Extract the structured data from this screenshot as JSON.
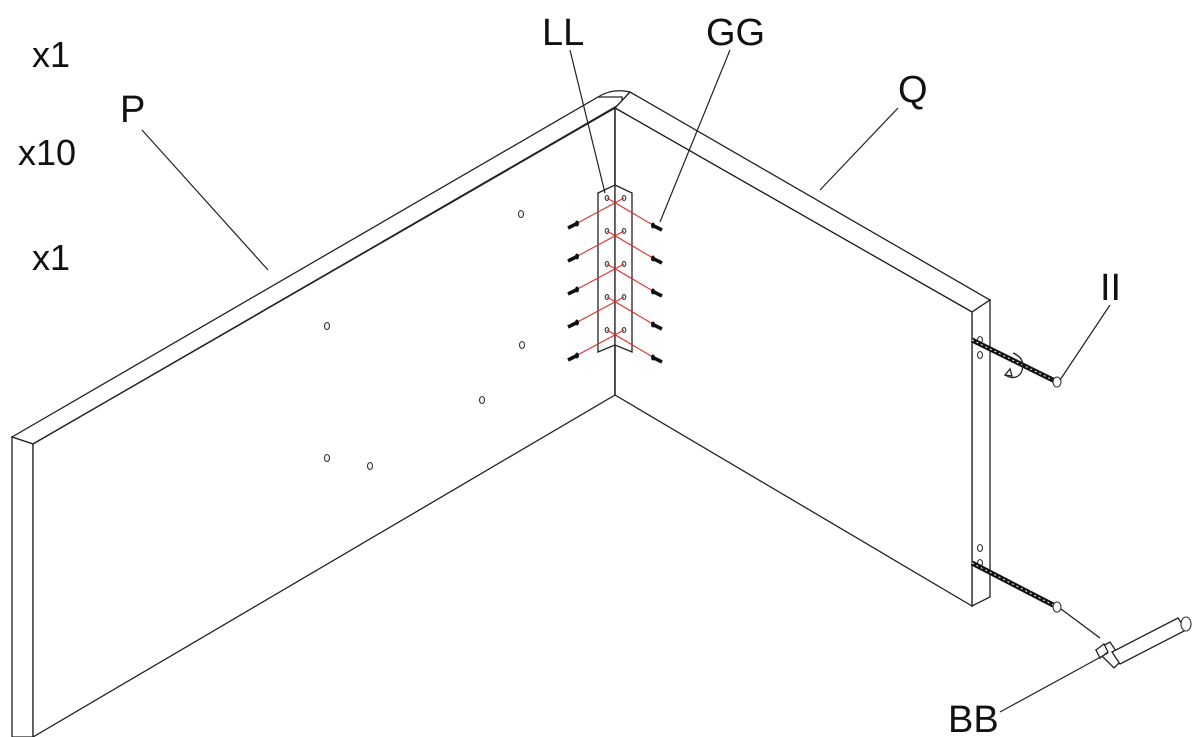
{
  "quantities": {
    "q1": "x1",
    "q2": "x10",
    "q3": "x1"
  },
  "labels": {
    "panel_p": "P",
    "panel_q": "Q",
    "bracket": "LL",
    "screw": "GG",
    "bolt": "II",
    "wrench": "BB"
  },
  "colors": {
    "line": "#222222",
    "alignment": "#e03030",
    "background": "#ffffff"
  }
}
